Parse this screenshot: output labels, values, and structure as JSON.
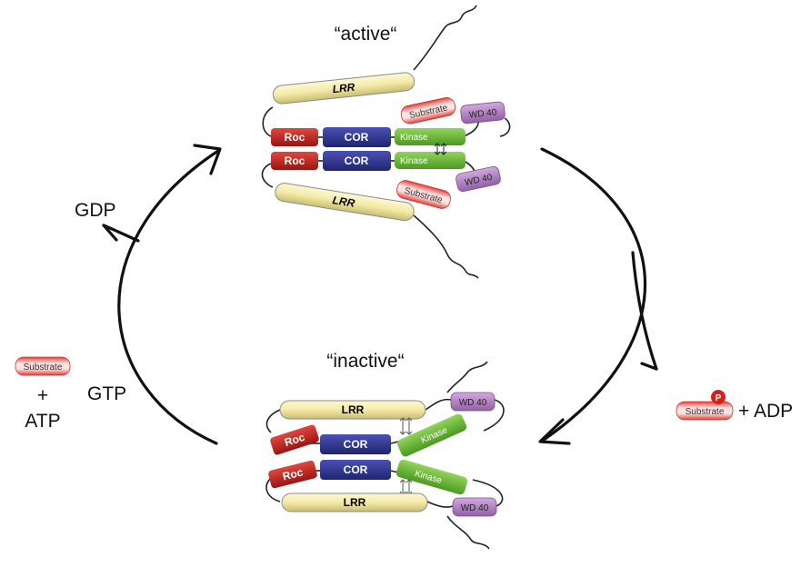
{
  "labels": {
    "active": "“active“",
    "inactive": "“inactive“",
    "gdp": "GDP",
    "gtp": "GTP",
    "plus_left": "+",
    "atp": "ATP",
    "plus_adp": "+ ADP"
  },
  "domains": {
    "lrr": "LRR",
    "roc": "Roc",
    "cor": "COR",
    "kinase": "Kinase",
    "wd40": "WD 40",
    "substrate": "Substrate",
    "phospho": "P"
  },
  "colors": {
    "lrr": "#f7efb0",
    "roc": "#c0201c",
    "cor": "#2e3391",
    "kinase": "#6fbd35",
    "wd40": "#b784c8",
    "substrate": "#e84b45",
    "arrow": "#111111"
  }
}
